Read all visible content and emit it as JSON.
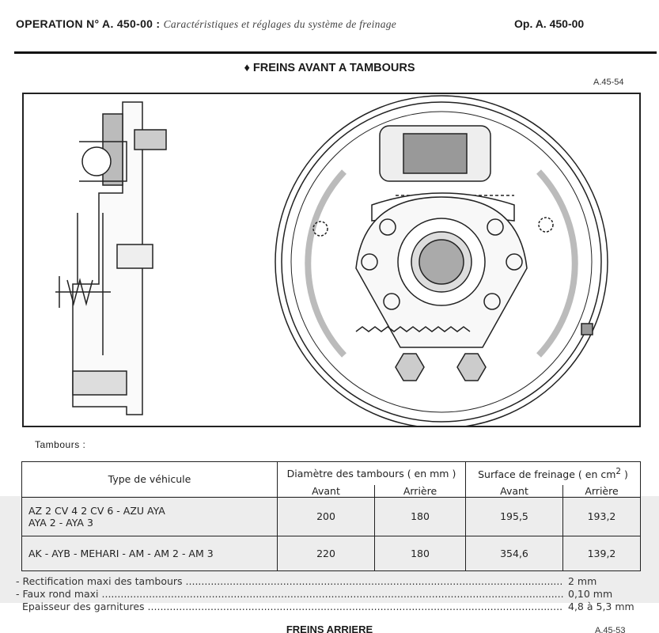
{
  "header": {
    "operation": "OPERATION N° A. 450-00 :",
    "subtitle": "Caractéristiques et réglages du système de freinage",
    "op_ref": "Op. A. 450-00"
  },
  "section": {
    "title": "♦ FREINS AVANT A TAMBOURS",
    "figure_ref": "A.45-54"
  },
  "tambours_label": "Tambours :",
  "table": {
    "col_type": "Type de véhicule",
    "col_diam": "Diamètre des tambours ( en mm )",
    "col_surf": "Surface de freinage ( en cm",
    "col_surf_sup": "2",
    "col_surf_end": " )",
    "sub": [
      "Avant",
      "Arrière",
      "Avant",
      "Arrière"
    ],
    "rows": [
      {
        "type": "AZ  2 CV 4  2 CV 6 - AZU  AYA\nAYA 2 - AYA 3",
        "d_av": "200",
        "d_ar": "180",
        "s_av": "195,5",
        "s_ar": "193,2"
      },
      {
        "type": "AK - AYB - MEHARI - AM - AM 2 - AM 3",
        "d_av": "220",
        "d_ar": "180",
        "s_av": "354,6",
        "s_ar": "139,2"
      }
    ]
  },
  "specs": [
    {
      "label": "- Rectification maxi des tambours",
      "value": "2 mm"
    },
    {
      "label": "- Faux rond maxi",
      "value": "0,10 mm"
    },
    {
      "label": "  Epaisseur des garnitures",
      "value": "4,8 à 5,3 mm"
    }
  ],
  "next_section": {
    "title": "FREINS ARRIERE",
    "figure_ref": "A.45-53"
  }
}
